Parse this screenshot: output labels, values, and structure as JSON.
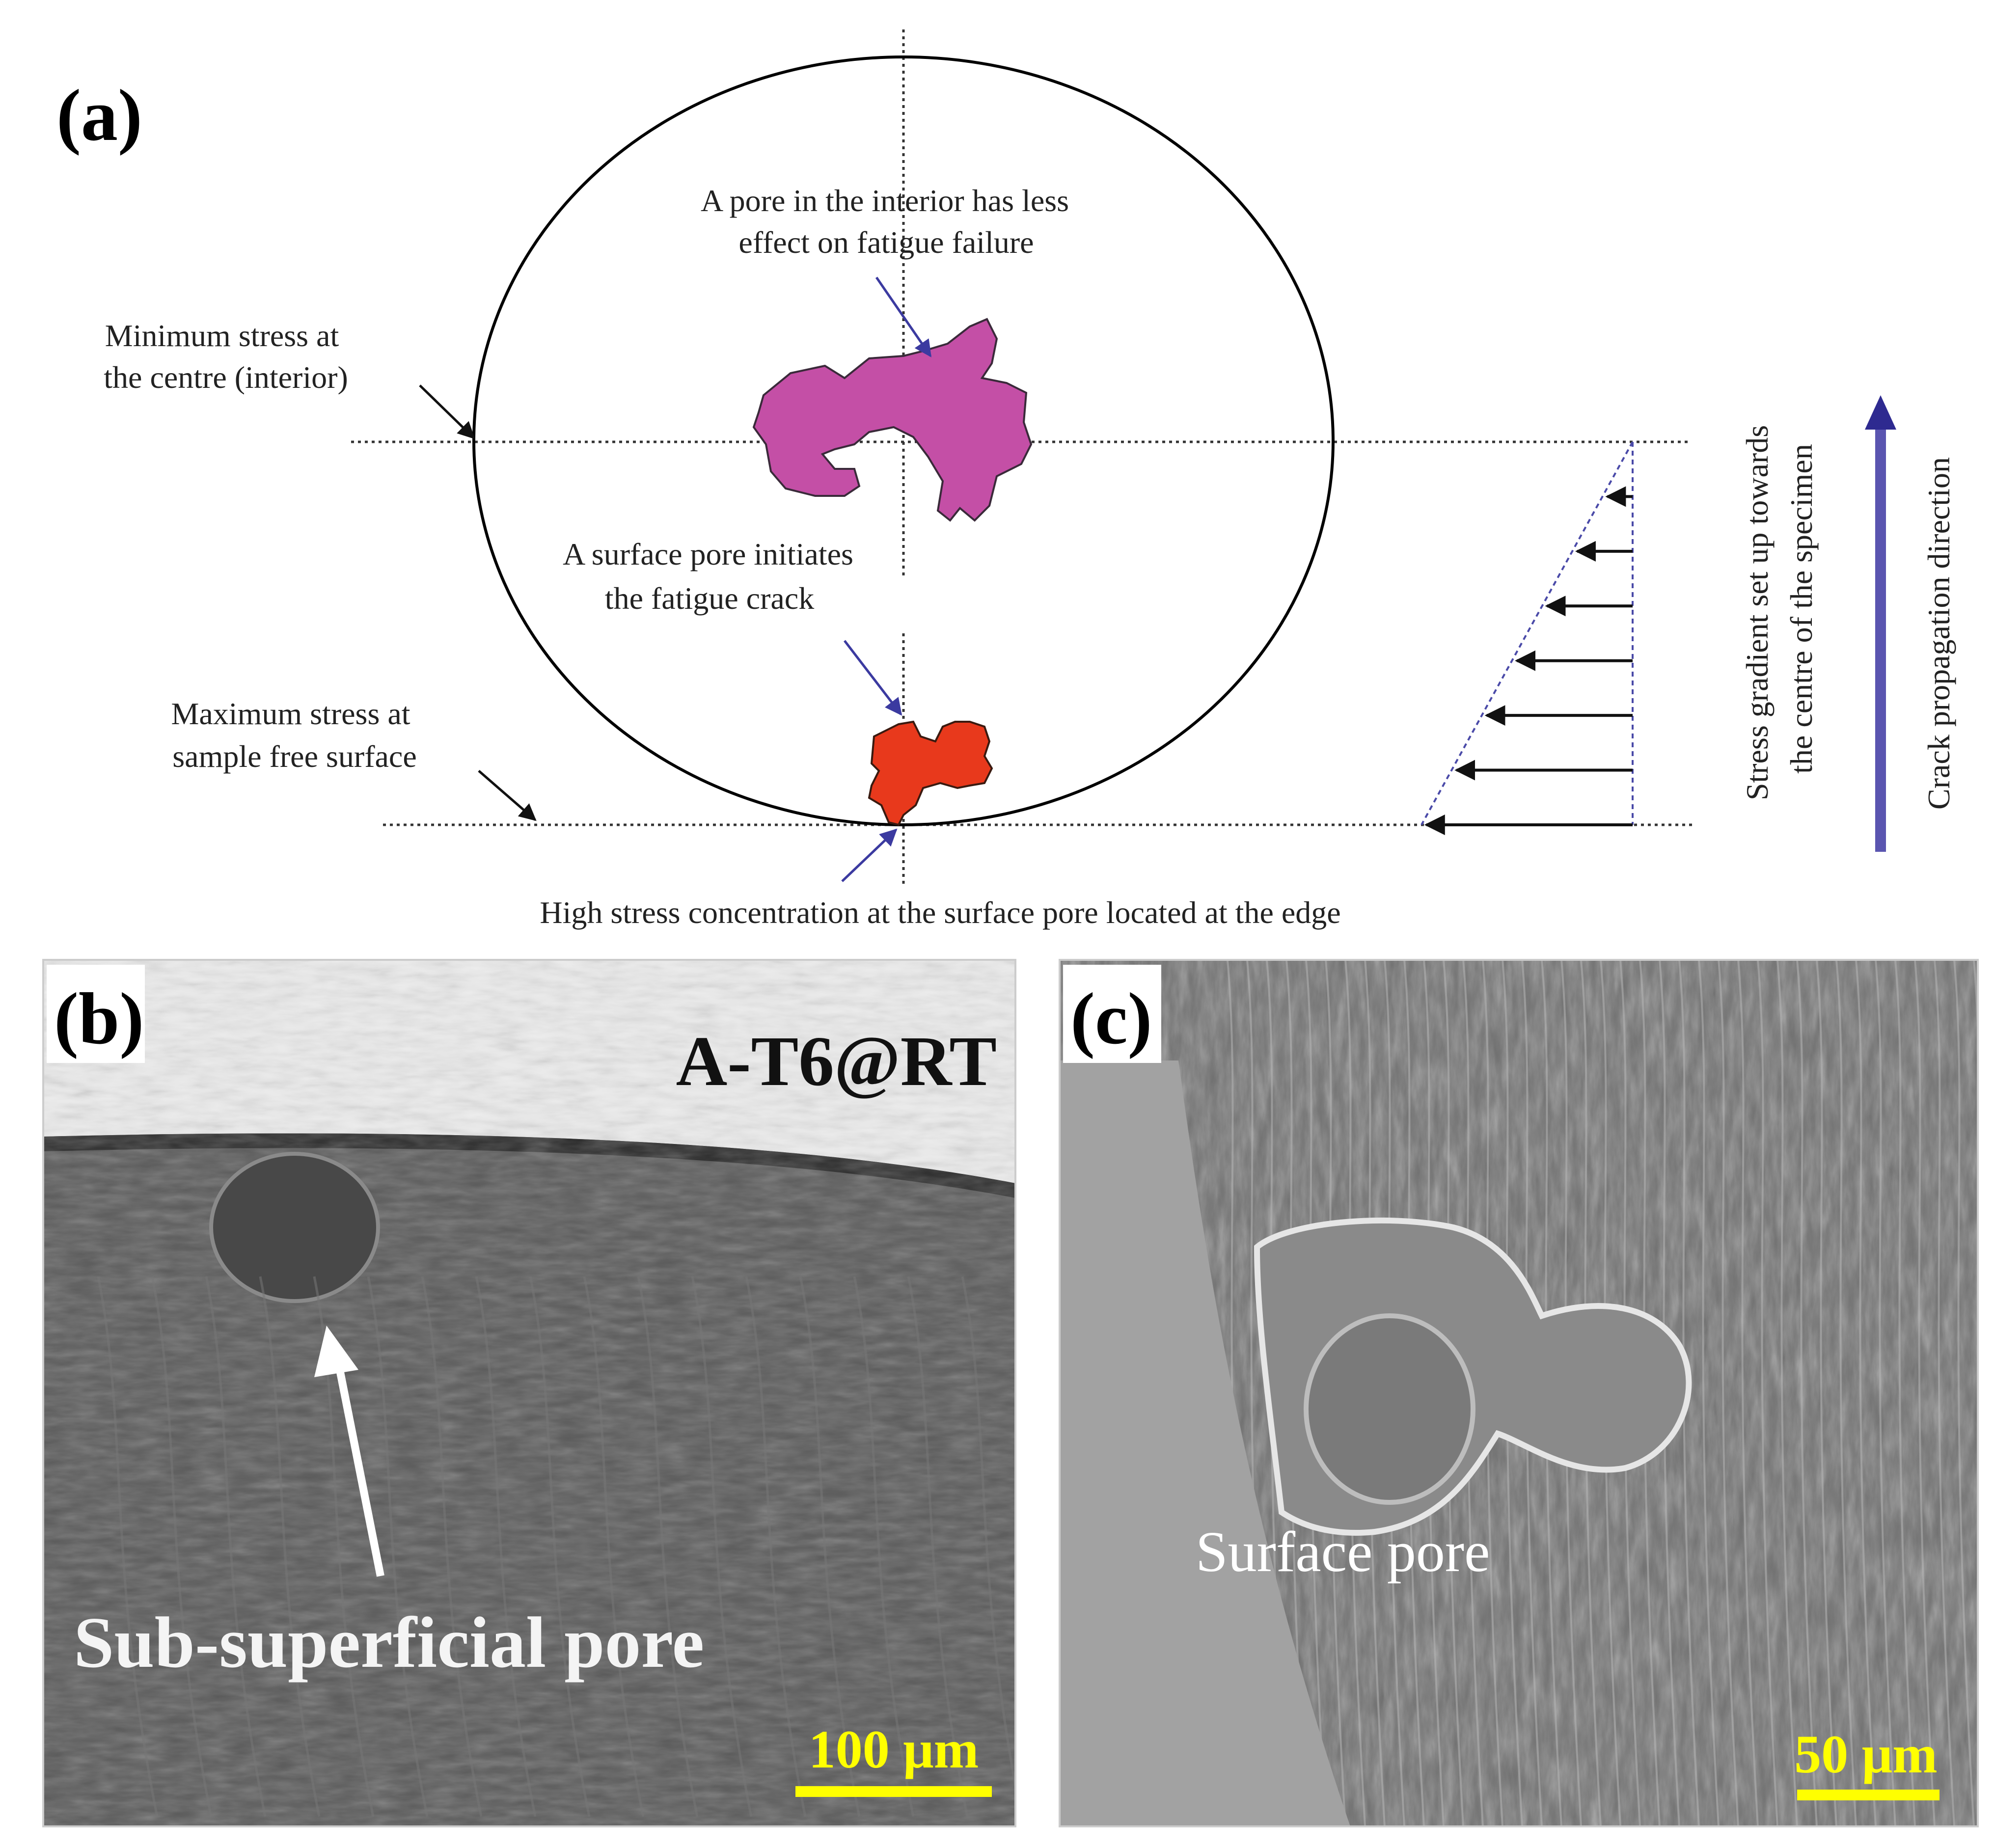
{
  "panel_a": {
    "label": "(a)",
    "interior_pore_note": [
      "A pore in the interior has less",
      "effect on fatigue failure"
    ],
    "min_stress_note": [
      "Minimum stress at",
      "the centre (interior)"
    ],
    "surface_pore_note": [
      "A surface pore initiates",
      "the fatigue crack"
    ],
    "max_stress_note": [
      "Maximum stress at",
      "sample free surface"
    ],
    "edge_concentration_note": "High stress concentration at the surface pore located at the edge",
    "gradient_note": [
      "Stress gradient set up towards",
      "the centre of the specimen"
    ],
    "crack_direction_note": "Crack propagation direction",
    "colors": {
      "interior_pore": "#c44fa6",
      "surface_pore": "#e8391c",
      "arrow": "#3b3aa0",
      "crack_arrow": "#5a55b0",
      "gradient_line": "#4a4aa8"
    }
  },
  "panel_b": {
    "label": "(b)",
    "sample_id": "A-T6@RT",
    "pore_annotation": "Sub-superficial pore",
    "scale_bar": "100 μm",
    "colors": {
      "scale": "#ffff00"
    }
  },
  "panel_c": {
    "label": "(c)",
    "pore_annotation": "Surface pore",
    "scale_bar": "50 μm",
    "colors": {
      "scale": "#ffff00"
    }
  }
}
